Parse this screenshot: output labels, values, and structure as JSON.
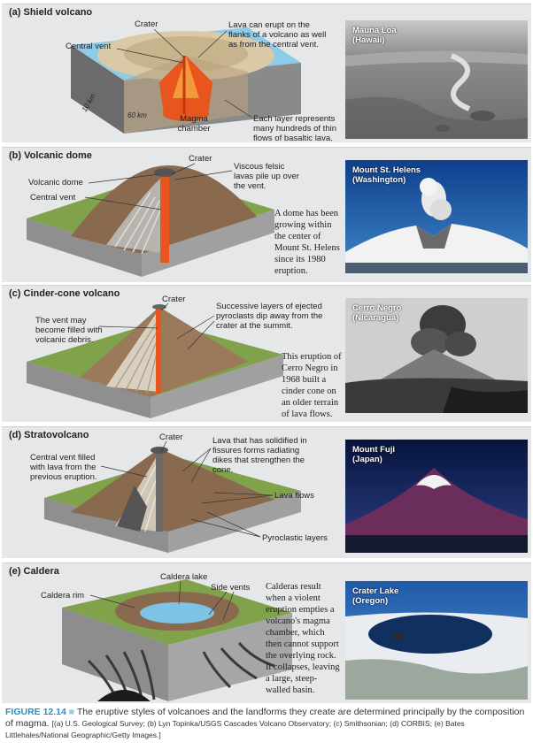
{
  "panels": {
    "a": {
      "title": "(a) Shield volcano",
      "labels": {
        "crater": "Crater",
        "central_vent": "Central vent",
        "lava_flanks": "Lava can erupt on the flanks of a volcano as well as from the central vent.",
        "depth": "10 km",
        "width": "60 km",
        "magma_chamber": "Magma chamber",
        "layers": "Each layer represents many hundreds of thin flows of basaltic lava."
      },
      "photo_caption": "Mauna Loa (Hawaii)"
    },
    "b": {
      "title": "(b) Volcanic dome",
      "labels": {
        "crater": "Crater",
        "volcanic_dome": "Volcanic dome",
        "central_vent": "Central vent",
        "viscous": "Viscous felsic lavas  pile up over the vent."
      },
      "text": "A dome has been growing within the center of Mount St. Helens since its 1980 eruption.",
      "photo_caption": "Mount St. Helens (Washington)"
    },
    "c": {
      "title": "(c) Cinder-cone volcano",
      "labels": {
        "crater": "Crater",
        "vent_filled": "The vent may become filled with volcanic debris.",
        "successive": "Successive layers of ejected pyroclasts dip away from the crater at the summit."
      },
      "text": "This eruption of Cerro Negro in 1968 built a cinder cone on an older terrain of lava flows.",
      "photo_caption": "Cerro Negro (Nicaragua)"
    },
    "d": {
      "title": "(d) Stratovolcano",
      "labels": {
        "crater": "Crater",
        "central_vent": "Central vent filled with lava from the previous eruption.",
        "dikes": "Lava that has solidified in fissures forms radiating dikes that strengthen the cone.",
        "lava_flows": "Lava flows",
        "pyroclastic": "Pyroclastic layers"
      },
      "photo_caption": "Mount Fuji (Japan)"
    },
    "e": {
      "title": "(e) Caldera",
      "labels": {
        "caldera_lake": "Caldera lake",
        "caldera_rim": "Caldera rim",
        "side_vents": "Side vents"
      },
      "text": "Calderas result when a violent eruption empties a volcano's magma chamber, which then cannot support the overlying rock. It collapses, leaving a large, steep-walled basin.",
      "photo_caption": "Crater Lake (Oregon)"
    }
  },
  "figure": {
    "number": "FIGURE 12.14",
    "separator": "■",
    "caption": "The eruptive styles of volcanoes and the landforms they create are determined principally by the composition of magma.",
    "credits": "[(a) U.S. Geological Survey; (b) Lyn Topinka/USGS Cascades Volcano Observatory; (c) Smithsonian; (d) CORBIS; (e) Bates Littlehales/National Geographic/Getty Images.]"
  },
  "colors": {
    "panel_bg": "#e6e7e9",
    "magma": "#e8551f",
    "water": "#7ec3e6",
    "grass": "#7fa24a",
    "rock": "#8a7055",
    "figure_accent": "#2a8fc7"
  }
}
